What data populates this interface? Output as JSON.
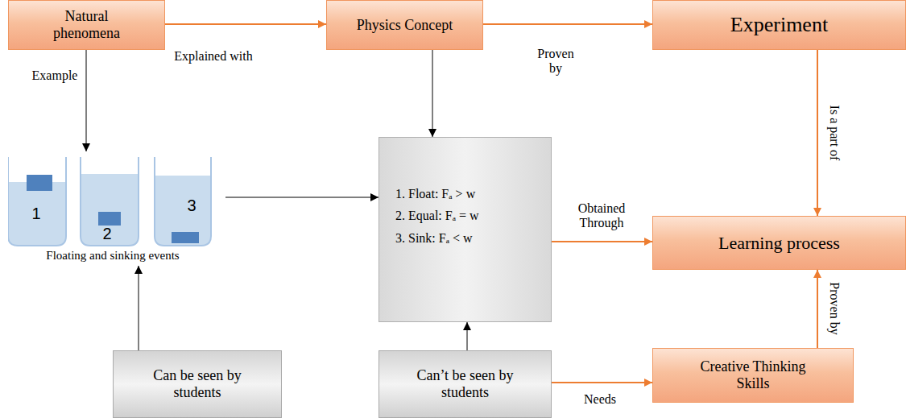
{
  "diagram": {
    "nodes": [
      {
        "text": [
          "Natural phenomena"
        ]
      },
      {
        "text": [
          "Physics Concept"
        ]
      },
      {
        "text": [
          "Experiment"
        ]
      },
      {
        "text": [
          "1",
          "2",
          "3",
          "Floating and sinking events"
        ]
      },
      {
        "text": [
          "1. Float: Fₐ > w",
          "2. Equal: Fₐ = w",
          "3. Sink: Fₐ < w"
        ]
      },
      {
        "text": [
          "Learning process"
        ]
      },
      {
        "text": [
          "Can be seen by students"
        ]
      },
      {
        "text": [
          "Can’t be seen by students"
        ]
      },
      {
        "text": [
          "Creative Thinking Skills"
        ]
      }
    ],
    "edges": [
      {
        "from": 0,
        "to": 1,
        "label": "Explained with",
        "arrow": "to"
      },
      {
        "from": 1,
        "to": 2,
        "label": "Proven by",
        "arrow": "to"
      },
      {
        "from": 0,
        "to": 3,
        "label": "Example",
        "arrow": "to"
      },
      {
        "from": 1,
        "to": 4,
        "arrow": "to"
      },
      {
        "from": 3,
        "to": 4,
        "arrow": "to"
      },
      {
        "from": 4,
        "to": 5,
        "label": "Obtained Through",
        "arrow": "to"
      },
      {
        "from": 2,
        "to": 5,
        "label": "Is a part of",
        "arrow": "to"
      },
      {
        "from": 6,
        "to": 3,
        "arrow": "to"
      },
      {
        "from": 7,
        "to": 4,
        "arrow": "to"
      },
      {
        "from": 7,
        "to": 8,
        "label": "Needs",
        "arrow": "to"
      },
      {
        "from": 8,
        "to": 5,
        "label": "Proven by",
        "arrow": "to"
      }
    ]
  }
}
